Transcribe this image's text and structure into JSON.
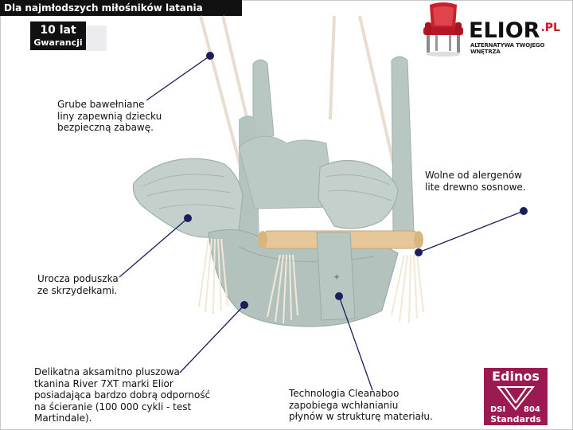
{
  "tagline": "Dla najmłodszych miłośników latania",
  "warranty": {
    "years": "10 lat",
    "label": "Gwarancji"
  },
  "logo": {
    "name": "ELIOR",
    "domain": ".PL",
    "slogan": "ALTERNATYWA TWOJEGO WNĘTRZA",
    "icon": "red-chair-icon"
  },
  "callouts": {
    "ropes": "Grube bawełniane\nliny zapewnią dziecku\nbezpieczną zabawę.",
    "wood": "Wolne od alergenów\nlite drewno sosnowe.",
    "pillow": "Urocza poduszka\nze skrzydełkami.",
    "fabric": "Delikatna aksamitno pluszowa\ntkanina River 7XT marki Elior\nposiadająca bardzo dobrą odporność\nna ścieranie (100 000 cykli - test\nMartindale).",
    "cleanaboo": "Technologia Cleanaboo\nzapobiega wchłanianiu\npłynów w strukturę materiału."
  },
  "badge": {
    "brand": "Edinos",
    "dsi": "DSI",
    "number": "804",
    "standard": "Standards"
  },
  "colors": {
    "fabric": "#b9c7c3",
    "wood": "#e6c79a",
    "marker": "#1b1e5a",
    "accent": "#c41e2a",
    "badge": "#9c1a52"
  }
}
